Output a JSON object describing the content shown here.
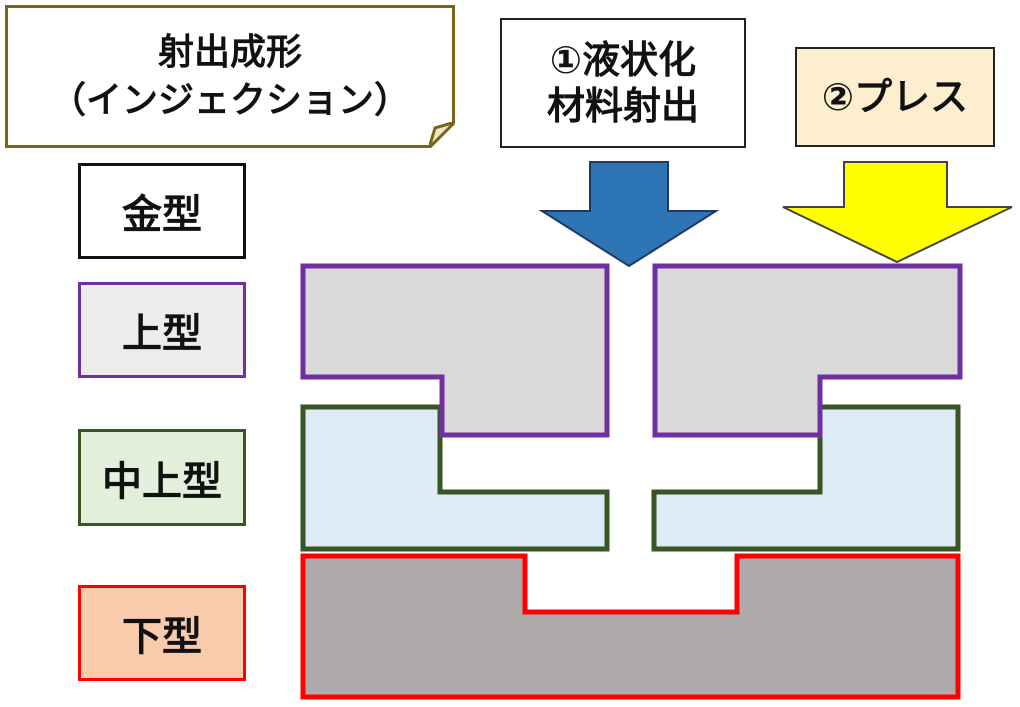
{
  "title": {
    "line1": "射出成形",
    "line2": "（インジェクション）"
  },
  "steps": {
    "step1": {
      "line1": "①液状化",
      "line2": "材料射出",
      "arrow_color": "#2e75b6"
    },
    "step2": {
      "label": "②プレス",
      "bg_color": "#fdeece",
      "arrow_color": "#ffff00"
    }
  },
  "legend": [
    {
      "label": "金型",
      "border_color": "#111111",
      "fill_color": "#ffffff"
    },
    {
      "label": "上型",
      "border_color": "#7030a0",
      "fill_color": "#ececec"
    },
    {
      "label": "中上型",
      "border_color": "#375623",
      "fill_color": "#e2efda"
    },
    {
      "label": "下型",
      "border_color": "#ff0000",
      "fill_color": "#f8cbad"
    }
  ],
  "mold_colors": {
    "upper_fill": "#d9d9d9",
    "upper_border": "#7030a0",
    "middle_fill": "#deebf7",
    "middle_border": "#375623",
    "lower_fill": "#aeaaaa",
    "lower_border": "#ff0000"
  }
}
